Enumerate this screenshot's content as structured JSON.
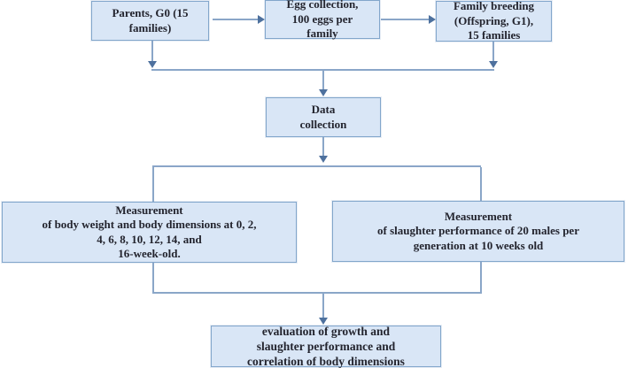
{
  "flowchart": {
    "title": "breeding experiment design flowchart",
    "nodes": {
      "parents": {
        "text": "Parents, G0 (15\nfamilies)"
      },
      "egg": {
        "text": "Egg collection,\n100 eggs per\nfamily"
      },
      "breeding": {
        "text": "Family breeding\n(Offspring, G1),\n15 families"
      },
      "data": {
        "text": "Data\ncollection"
      },
      "growth": {
        "text": "Measurement\nof body weight and body dimensions at 0, 2,\n4, 6, 8, 10, 12, 14, and\n16-week-old."
      },
      "slaughter": {
        "text": "Measurement\nof slaughter performance of 20 males per\ngeneration at 10 weeks old"
      },
      "eval": {
        "text": "evaluation of growth and\nslaughter performance and\ncorrelation of body dimensions"
      }
    },
    "colors": {
      "box_fill": "#d9e6f6",
      "box_border": "#82a6cb",
      "connector_line": "#8aa6c8",
      "arrowhead": "#4e719e",
      "text": "#23242e"
    }
  }
}
